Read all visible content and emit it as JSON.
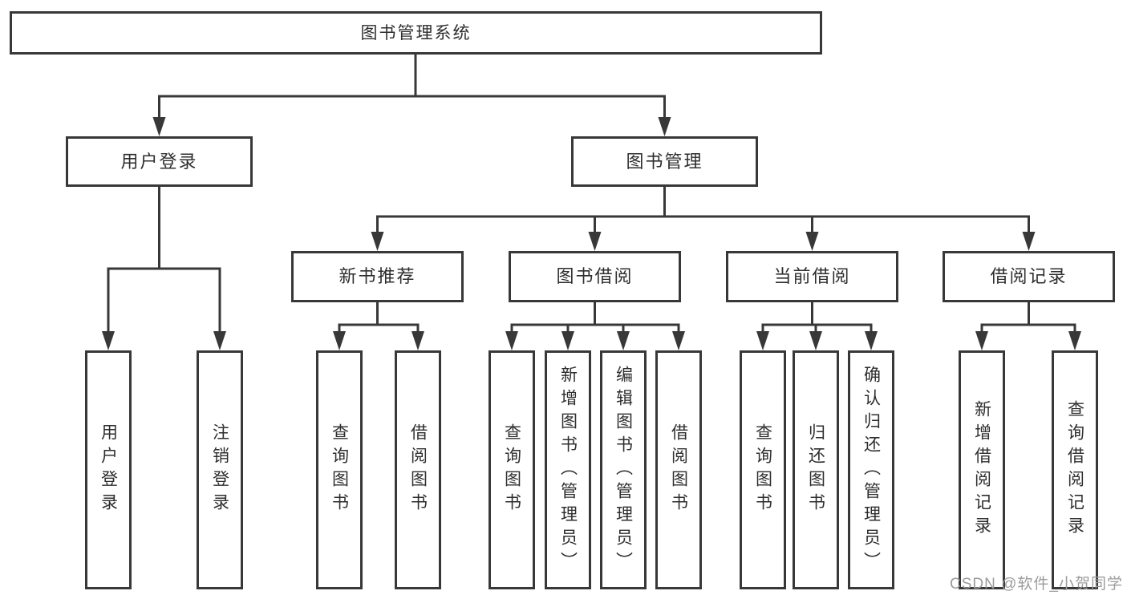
{
  "colors": {
    "line": "#383838",
    "text": "#2e2e2e",
    "watermark": "#9c9c9c",
    "background": "#ffffff"
  },
  "watermark": {
    "text": "CSDN @软件_小贺同学"
  },
  "tree": {
    "root": {
      "label": "图书管理系统"
    },
    "branches": [
      {
        "label": "用户登录",
        "children": [
          {
            "label": "用户登录"
          },
          {
            "label": "注销登录"
          }
        ]
      },
      {
        "label": "图书管理",
        "sections": [
          {
            "label": "新书推荐",
            "children": [
              {
                "label": "查询图书"
              },
              {
                "label": "借阅图书"
              }
            ]
          },
          {
            "label": "图书借阅",
            "children": [
              {
                "label": "查询图书"
              },
              {
                "label": "新增图书（管理员）"
              },
              {
                "label": "编辑图书（管理员）"
              },
              {
                "label": "借阅图书"
              }
            ]
          },
          {
            "label": "当前借阅",
            "children": [
              {
                "label": "查询图书"
              },
              {
                "label": "归还图书"
              },
              {
                "label": "确认归还（管理员）"
              }
            ]
          },
          {
            "label": "借阅记录",
            "children": [
              {
                "label": "新增借阅记录"
              },
              {
                "label": "查询借阅记录"
              }
            ]
          }
        ]
      }
    ]
  }
}
